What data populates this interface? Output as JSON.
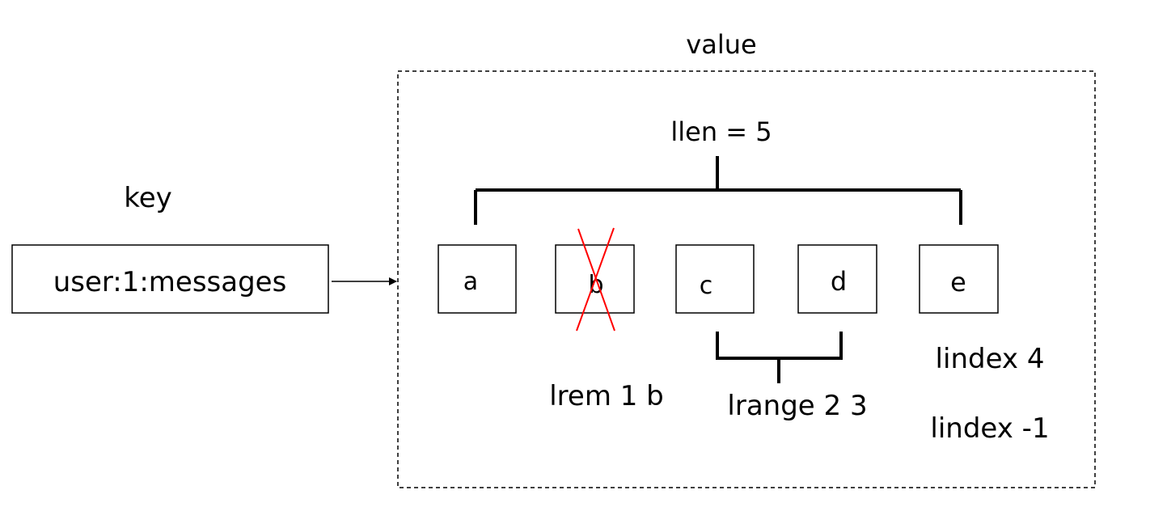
{
  "key": {
    "heading": "key",
    "name": "user:1:messages"
  },
  "value": {
    "heading": "value",
    "length_label": "llen = 5",
    "items": [
      "a",
      "b",
      "c",
      "d",
      "e"
    ],
    "removed_item": "b",
    "remove_label": "lrem 1 b",
    "range_label": "lrange 2 3",
    "index_labels": [
      "lindex 4",
      "lindex -1"
    ]
  },
  "colors": {
    "stroke": "#000000",
    "removed_mark": "#ff0000",
    "background": "#ffffff"
  }
}
